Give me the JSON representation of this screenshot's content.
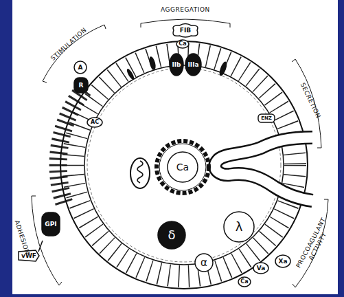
{
  "diagram": {
    "nodes": [
      {
        "text": [
          "FIB"
        ]
      },
      {
        "text": [
          "Ca"
        ]
      },
      {
        "text": [
          "IIb"
        ]
      },
      {
        "text": [
          "IIIa"
        ]
      },
      {
        "text": [
          "A"
        ]
      },
      {
        "text": [
          "R"
        ]
      },
      {
        "text": [
          "AC"
        ]
      },
      {
        "text": [
          "ENZ"
        ]
      },
      {
        "text": [
          "Ca"
        ]
      },
      {
        "text": [
          "GPI"
        ]
      },
      {
        "text": [
          "vWF"
        ]
      },
      {
        "text": [
          "δ"
        ]
      },
      {
        "text": [
          "α"
        ]
      },
      {
        "text": [
          "λ"
        ]
      },
      {
        "text": [
          "Ca"
        ]
      },
      {
        "text": [
          "Va"
        ]
      },
      {
        "text": [
          "Xa"
        ]
      }
    ],
    "labels": [
      "AGGREGATION",
      "STIMULATION",
      "SECRETION",
      "PROCOAGULANT ACTIVITY",
      "ADHESION"
    ]
  }
}
